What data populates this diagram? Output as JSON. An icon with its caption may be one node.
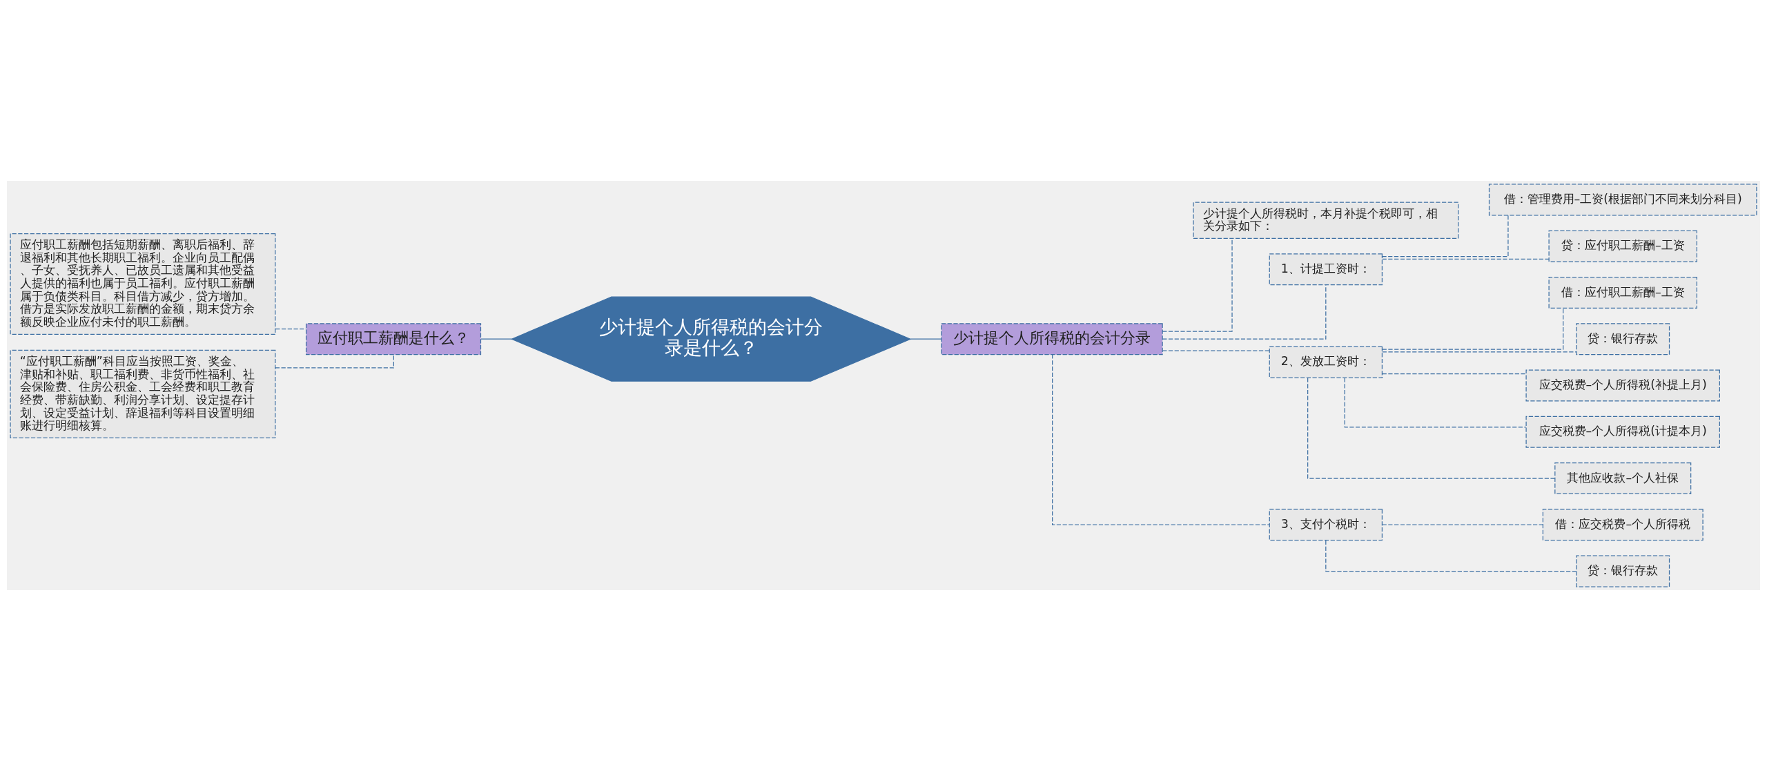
{
  "diagram": {
    "nodes": [
      {
        "text": [
          "少计提个人所得税的会计分录是什么？"
        ]
      },
      {
        "text": [
          "应付职工薪酬是什么？"
        ]
      },
      {
        "text": [
          "应付职工薪酬包括短期薪酬、离职后福利、辞退福利和其他长期职工福利。企业向员工配偶、子女、受抚养人、已故员工遗属和其他受益人提供的福利也属于员工福利。应付职工薪酬属于负债类科目。科目借方减少，贷方增加。借方是实际发放职工薪酬的金额，期末贷方余额反映企业应付未付的职工薪酬。"
        ]
      },
      {
        "text": [
          "“应付职工薪酬”科目应当按照工资、奖金、津贴和补贴、职工福利费、非货币性福利、社会保险费、住房公积金、工会经费和职工教育经费、带薪缺勤、利润分享计划、设定提存计划、设定受益计划、辞退福利等科目设置明细账进行明细核算。"
        ]
      },
      {
        "text": [
          "少计提个人所得税的会计分录"
        ]
      },
      {
        "text": [
          "少计提个人所得税时，本月补提个税即可，相关分录如下："
        ]
      },
      {
        "text": [
          "1、计提工资时："
        ]
      },
      {
        "text": [
          "借：管理费用–工资(根据部门不同来划分科目)"
        ]
      },
      {
        "text": [
          "贷：应付职工薪酬–工资"
        ]
      },
      {
        "text": [
          "2、发放工资时："
        ]
      },
      {
        "text": [
          "借：应付职工薪酬–工资"
        ]
      },
      {
        "text": [
          "贷：银行存款"
        ]
      },
      {
        "text": [
          "应交税费–个人所得税(补提上月)"
        ]
      },
      {
        "text": [
          "应交税费–个人所得税(计提本月)"
        ]
      },
      {
        "text": [
          "其他应收款–个人社保"
        ]
      },
      {
        "text": [
          "3、支付个税时："
        ]
      },
      {
        "text": [
          "借：应交税费–个人所得税"
        ]
      },
      {
        "text": [
          "贷：银行存款"
        ]
      }
    ],
    "edges": [
      {
        "from": 0,
        "to": 1,
        "arrow": "none"
      },
      {
        "from": 1,
        "to": 2,
        "arrow": "none",
        "style": "dashed"
      },
      {
        "from": 1,
        "to": 3,
        "arrow": "none",
        "style": "dashed"
      },
      {
        "from": 0,
        "to": 4,
        "arrow": "none"
      },
      {
        "from": 4,
        "to": 5,
        "arrow": "none",
        "style": "dashed"
      },
      {
        "from": 4,
        "to": 6,
        "arrow": "none",
        "style": "dashed"
      },
      {
        "from": 6,
        "to": 7,
        "arrow": "none",
        "style": "dashed"
      },
      {
        "from": 6,
        "to": 8,
        "arrow": "none",
        "style": "dashed"
      },
      {
        "from": 4,
        "to": 9,
        "arrow": "none",
        "style": "dashed"
      },
      {
        "from": 9,
        "to": 10,
        "arrow": "none",
        "style": "dashed"
      },
      {
        "from": 9,
        "to": 11,
        "arrow": "none",
        "style": "dashed"
      },
      {
        "from": 9,
        "to": 12,
        "arrow": "none",
        "style": "dashed"
      },
      {
        "from": 9,
        "to": 13,
        "arrow": "none",
        "style": "dashed"
      },
      {
        "from": 9,
        "to": 14,
        "arrow": "none",
        "style": "dashed"
      },
      {
        "from": 4,
        "to": 15,
        "arrow": "none",
        "style": "dashed"
      },
      {
        "from": 15,
        "to": 16,
        "arrow": "none",
        "style": "dashed"
      },
      {
        "from": 15,
        "to": 17,
        "arrow": "none",
        "style": "dashed"
      }
    ]
  }
}
